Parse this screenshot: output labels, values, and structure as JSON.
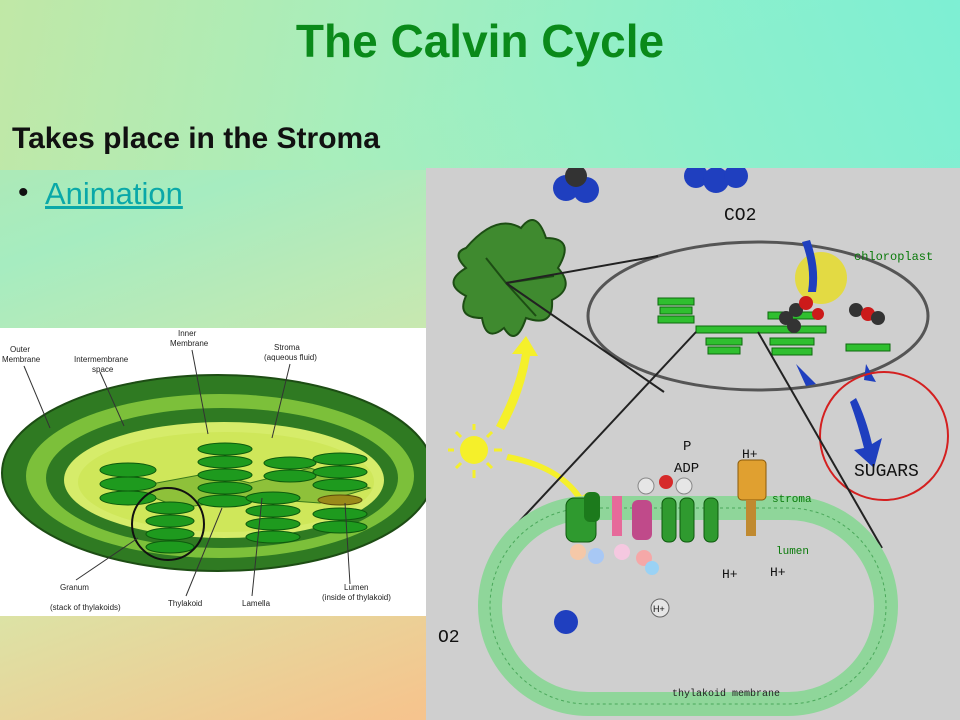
{
  "slide": {
    "title": "The Calvin Cycle",
    "subtitle": "Takes place in the Stroma",
    "bullet_char": "•",
    "link_label": "Animation",
    "colors": {
      "title": "#0a8a1a",
      "link": "#0aa8a8"
    }
  },
  "chloroplast_diagram": {
    "labels": {
      "outer_membrane": [
        "Outer",
        "Membrane"
      ],
      "intermembrane_space": [
        "Intermembrane",
        "space"
      ],
      "inner_membrane": [
        "Inner",
        "Membrane"
      ],
      "stroma": [
        "Stroma",
        "(aqueous fluid)"
      ],
      "granum": [
        "Granum",
        "(stack of thylakoids)"
      ],
      "thylakoid": "Thylakoid",
      "lamella": "Lamella",
      "lumen": [
        "Lumen",
        "(inside of thylakoid)"
      ]
    }
  },
  "animation_frame": {
    "co2": "CO2",
    "chloroplast": "chloroplast",
    "sugars": "SUGARS",
    "p": "P",
    "adp": "ADP",
    "h_plus": "H+",
    "stroma": "stroma",
    "lumen": "lumen",
    "o2": "O2",
    "membrane": "thylakoid membrane"
  }
}
